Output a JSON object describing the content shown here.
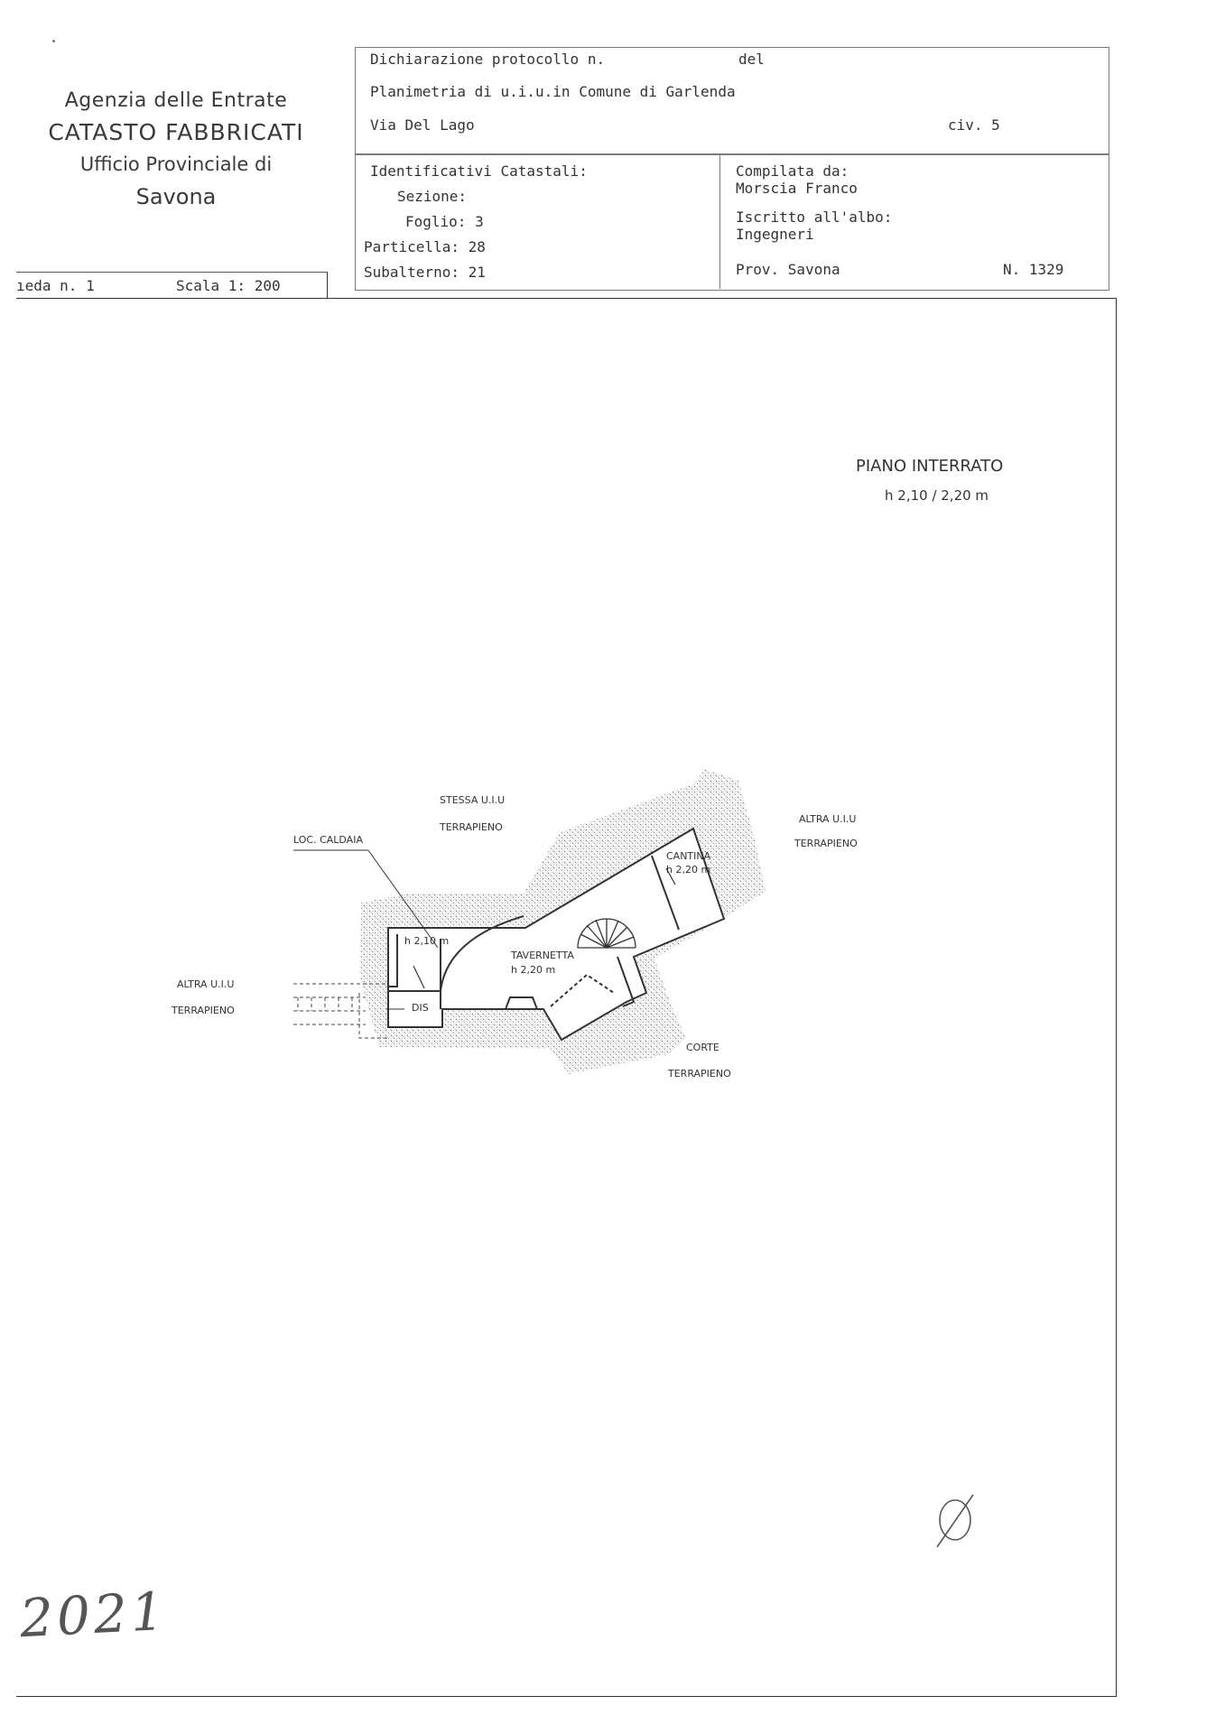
{
  "agency": {
    "line1": "Agenzia delle Entrate",
    "line2": "CATASTO FABBRICATI",
    "line3": "Ufficio Provinciale di",
    "line4": "Savona"
  },
  "header": {
    "protocol_label": "Dichiarazione protocollo n.",
    "protocol_del": "del",
    "planimetria": "Planimetria di u.i.u.in Comune di Garlenda",
    "address": "Via Del Lago",
    "civic": "civ. 5",
    "identificativi": "Identificativi Catastali:",
    "sezione": "Sezione:",
    "foglio": "Foglio: 3",
    "particella": "Particella: 28",
    "subalterno": "Subalterno: 21",
    "compilata": "Compilata da:",
    "compiler_name": "Morscia Franco",
    "iscritto": "Iscritto all'albo:",
    "albo": "Ingegneri",
    "prov": "Prov. Savona",
    "number": "N. 1329",
    "scheda": "ıeda n. 1",
    "scala": "Scala 1: 200"
  },
  "plan": {
    "floor_title": "PIANO INTERRATO",
    "floor_height": "h 2,10 / 2,20 m",
    "stessa": "STESSA U.I.U",
    "terrapieno_top": "TERRAPIENO",
    "altra_right": "ALTRA U.I.U",
    "terrapieno_right": "TERRAPIENO",
    "loc_caldaia": "LOC. CALDAIA",
    "h210": "h 2,10 m",
    "cantina": "CANTINA",
    "cantina_h": "h 2,20 m",
    "tavernetta": "TAVERNETTA",
    "tavernetta_h": "h 2,20 m",
    "dis": "DIS",
    "altra_left": "ALTRA U.I.U",
    "terrapieno_left": "TERRAPIENO",
    "corte": "CORTE",
    "terrapieno_bottom": "TERRAPIENO"
  },
  "handwriting": {
    "year": "2021"
  }
}
